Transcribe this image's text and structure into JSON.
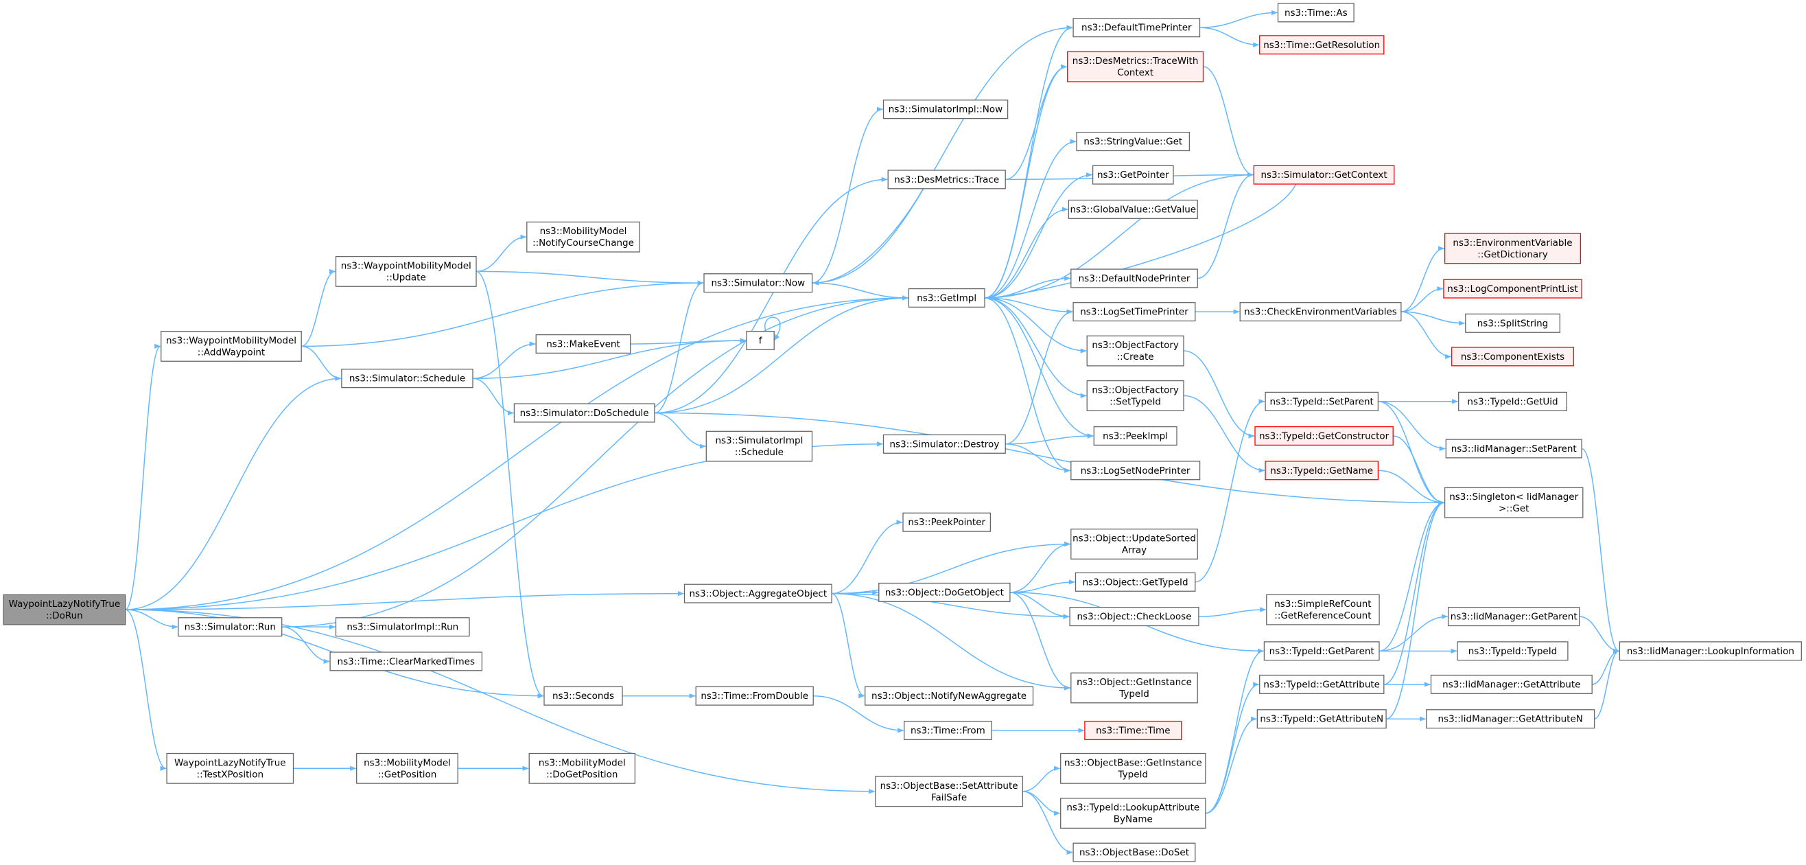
{
  "diagram": {
    "type": "call-graph",
    "colors": {
      "edge": "#63b8ff",
      "node_border": "#666666",
      "node_fill": "#ffffff",
      "root_fill": "#999999",
      "truncated_border": "#ff0000",
      "truncated_fill": "#fff0f0"
    },
    "nodes": [
      {
        "id": "root",
        "lines": [
          "WaypointLazyNotifyTrue",
          "::DoRun"
        ],
        "style": "root"
      },
      {
        "id": "wmm_addwaypoint",
        "lines": [
          "ns3::WaypointMobilityModel",
          "::AddWaypoint"
        ],
        "style": "normal"
      },
      {
        "id": "wmm_update",
        "lines": [
          "ns3::WaypointMobilityModel",
          "::Update"
        ],
        "style": "normal"
      },
      {
        "id": "mm_notifycourse",
        "lines": [
          "ns3::MobilityModel",
          "::NotifyCourseChange"
        ],
        "style": "normal"
      },
      {
        "id": "sim_schedule",
        "lines": [
          "ns3::Simulator::Schedule"
        ],
        "style": "normal"
      },
      {
        "id": "sim_now",
        "lines": [
          "ns3::Simulator::Now"
        ],
        "style": "normal"
      },
      {
        "id": "makeevent",
        "lines": [
          "ns3::MakeEvent"
        ],
        "style": "normal"
      },
      {
        "id": "f",
        "lines": [
          "f"
        ],
        "style": "normal"
      },
      {
        "id": "sim_doschedule",
        "lines": [
          "ns3::Simulator::DoSchedule"
        ],
        "style": "normal"
      },
      {
        "id": "simimpl_now",
        "lines": [
          "ns3::SimulatorImpl::Now"
        ],
        "style": "normal"
      },
      {
        "id": "desmetrics_trace",
        "lines": [
          "ns3::DesMetrics::Trace"
        ],
        "style": "normal"
      },
      {
        "id": "getimpl",
        "lines": [
          "ns3::GetImpl"
        ],
        "style": "normal"
      },
      {
        "id": "simimpl_schedule",
        "lines": [
          "ns3::SimulatorImpl",
          "::Schedule"
        ],
        "style": "normal"
      },
      {
        "id": "sim_destroy",
        "lines": [
          "ns3::Simulator::Destroy"
        ],
        "style": "normal"
      },
      {
        "id": "peekpointer",
        "lines": [
          "ns3::PeekPointer"
        ],
        "style": "normal"
      },
      {
        "id": "obj_aggregate",
        "lines": [
          "ns3::Object::AggregateObject"
        ],
        "style": "normal"
      },
      {
        "id": "obj_dogetobject",
        "lines": [
          "ns3::Object::DoGetObject"
        ],
        "style": "normal"
      },
      {
        "id": "obj_notifynewagg",
        "lines": [
          "ns3::Object::NotifyNewAggregate"
        ],
        "style": "normal"
      },
      {
        "id": "sim_run",
        "lines": [
          "ns3::Simulator::Run"
        ],
        "style": "normal"
      },
      {
        "id": "simimpl_run",
        "lines": [
          "ns3::SimulatorImpl::Run"
        ],
        "style": "normal"
      },
      {
        "id": "time_clearmarked",
        "lines": [
          "ns3::Time::ClearMarkedTimes"
        ],
        "style": "normal"
      },
      {
        "id": "seconds",
        "lines": [
          "ns3::Seconds"
        ],
        "style": "normal"
      },
      {
        "id": "time_fromdouble",
        "lines": [
          "ns3::Time::FromDouble"
        ],
        "style": "normal"
      },
      {
        "id": "time_from",
        "lines": [
          "ns3::Time::From"
        ],
        "style": "normal"
      },
      {
        "id": "time_time",
        "lines": [
          "ns3::Time::Time"
        ],
        "style": "truncated"
      },
      {
        "id": "wlnt_testx",
        "lines": [
          "WaypointLazyNotifyTrue",
          "::TestXPosition"
        ],
        "style": "normal"
      },
      {
        "id": "mm_getposition",
        "lines": [
          "ns3::MobilityModel",
          "::GetPosition"
        ],
        "style": "normal"
      },
      {
        "id": "mm_dogetposition",
        "lines": [
          "ns3::MobilityModel",
          "::DoGetPosition"
        ],
        "style": "normal"
      },
      {
        "id": "objbase_setattr",
        "lines": [
          "ns3::ObjectBase::SetAttribute",
          "FailSafe"
        ],
        "style": "normal"
      },
      {
        "id": "defaulttimeprinter",
        "lines": [
          "ns3::DefaultTimePrinter"
        ],
        "style": "normal"
      },
      {
        "id": "time_as",
        "lines": [
          "ns3::Time::As"
        ],
        "style": "normal"
      },
      {
        "id": "time_getresolution",
        "lines": [
          "ns3::Time::GetResolution"
        ],
        "style": "truncated"
      },
      {
        "id": "desmetrics_tracewith",
        "lines": [
          "ns3::DesMetrics::TraceWith",
          "Context"
        ],
        "style": "truncated"
      },
      {
        "id": "stringvalue_get",
        "lines": [
          "ns3::StringValue::Get"
        ],
        "style": "normal"
      },
      {
        "id": "getpointer",
        "lines": [
          "ns3::GetPointer"
        ],
        "style": "normal"
      },
      {
        "id": "globalvalue_getvalue",
        "lines": [
          "ns3::GlobalValue::GetValue"
        ],
        "style": "normal"
      },
      {
        "id": "sim_getcontext",
        "lines": [
          "ns3::Simulator::GetContext"
        ],
        "style": "truncated"
      },
      {
        "id": "defaultnodeprinter",
        "lines": [
          "ns3::DefaultNodePrinter"
        ],
        "style": "normal"
      },
      {
        "id": "logsettimeprinter",
        "lines": [
          "ns3::LogSetTimePrinter"
        ],
        "style": "normal"
      },
      {
        "id": "checkenvvars",
        "lines": [
          "ns3::CheckEnvironmentVariables"
        ],
        "style": "normal"
      },
      {
        "id": "envvar_getdict",
        "lines": [
          "ns3::EnvironmentVariable",
          "::GetDictionary"
        ],
        "style": "truncated"
      },
      {
        "id": "logcompprintlist",
        "lines": [
          "ns3::LogComponentPrintList"
        ],
        "style": "truncated"
      },
      {
        "id": "splitstring",
        "lines": [
          "ns3::SplitString"
        ],
        "style": "normal"
      },
      {
        "id": "componentexists",
        "lines": [
          "ns3::ComponentExists"
        ],
        "style": "truncated"
      },
      {
        "id": "objfactory_create",
        "lines": [
          "ns3::ObjectFactory",
          "::Create"
        ],
        "style": "normal"
      },
      {
        "id": "objfactory_settypeid",
        "lines": [
          "ns3::ObjectFactory",
          "::SetTypeId"
        ],
        "style": "normal"
      },
      {
        "id": "peekimpl",
        "lines": [
          "ns3::PeekImpl"
        ],
        "style": "normal"
      },
      {
        "id": "logsetnodeprinter",
        "lines": [
          "ns3::LogSetNodePrinter"
        ],
        "style": "normal"
      },
      {
        "id": "typeid_setparent",
        "lines": [
          "ns3::TypeId::SetParent"
        ],
        "style": "normal"
      },
      {
        "id": "typeid_getconstructor",
        "lines": [
          "ns3::TypeId::GetConstructor"
        ],
        "style": "truncated"
      },
      {
        "id": "typeid_getname",
        "lines": [
          "ns3::TypeId::GetName"
        ],
        "style": "truncated"
      },
      {
        "id": "typeid_getuid",
        "lines": [
          "ns3::TypeId::GetUid"
        ],
        "style": "normal"
      },
      {
        "id": "iidmgr_setparent",
        "lines": [
          "ns3::IidManager::SetParent"
        ],
        "style": "normal"
      },
      {
        "id": "singleton_get",
        "lines": [
          "ns3::Singleton< IidManager",
          " >::Get"
        ],
        "style": "normal"
      },
      {
        "id": "obj_updatesorted",
        "lines": [
          "ns3::Object::UpdateSorted",
          "Array"
        ],
        "style": "normal"
      },
      {
        "id": "obj_gettypeid",
        "lines": [
          "ns3::Object::GetTypeId"
        ],
        "style": "normal"
      },
      {
        "id": "obj_checkloose",
        "lines": [
          "ns3::Object::CheckLoose"
        ],
        "style": "normal"
      },
      {
        "id": "simplerefcount",
        "lines": [
          "ns3::SimpleRefCount",
          "::GetReferenceCount"
        ],
        "style": "normal"
      },
      {
        "id": "obj_getinstancetypeid",
        "lines": [
          "ns3::Object::GetInstance",
          "TypeId"
        ],
        "style": "normal"
      },
      {
        "id": "typeid_getparent",
        "lines": [
          "ns3::TypeId::GetParent"
        ],
        "style": "normal"
      },
      {
        "id": "iidmgr_getparent",
        "lines": [
          "ns3::IidManager::GetParent"
        ],
        "style": "normal"
      },
      {
        "id": "typeid_typeid",
        "lines": [
          "ns3::TypeId::TypeId"
        ],
        "style": "normal"
      },
      {
        "id": "iidmgr_lookupinfo",
        "lines": [
          "ns3::IidManager::LookupInformation"
        ],
        "style": "normal"
      },
      {
        "id": "typeid_getattribute",
        "lines": [
          "ns3::TypeId::GetAttribute"
        ],
        "style": "normal"
      },
      {
        "id": "iidmgr_getattribute",
        "lines": [
          "ns3::IidManager::GetAttribute"
        ],
        "style": "normal"
      },
      {
        "id": "typeid_getattributen",
        "lines": [
          "ns3::TypeId::GetAttributeN"
        ],
        "style": "normal"
      },
      {
        "id": "iidmgr_getattributen",
        "lines": [
          "ns3::IidManager::GetAttributeN"
        ],
        "style": "normal"
      },
      {
        "id": "objbase_getinstancetypeid",
        "lines": [
          "ns3::ObjectBase::GetInstance",
          "TypeId"
        ],
        "style": "normal"
      },
      {
        "id": "typeid_lookupattr",
        "lines": [
          "ns3::TypeId::LookupAttribute",
          "ByName"
        ],
        "style": "normal"
      },
      {
        "id": "objbase_doset",
        "lines": [
          "ns3::ObjectBase::DoSet"
        ],
        "style": "normal"
      }
    ],
    "edges": [
      [
        "root",
        "wmm_addwaypoint"
      ],
      [
        "root",
        "sim_schedule"
      ],
      [
        "root",
        "sim_destroy"
      ],
      [
        "root",
        "getimpl"
      ],
      [
        "root",
        "obj_aggregate"
      ],
      [
        "root",
        "sim_run"
      ],
      [
        "root",
        "seconds"
      ],
      [
        "root",
        "wlnt_testx"
      ],
      [
        "root",
        "objbase_setattr"
      ],
      [
        "wmm_addwaypoint",
        "wmm_update"
      ],
      [
        "wmm_addwaypoint",
        "sim_now"
      ],
      [
        "wmm_addwaypoint",
        "sim_schedule"
      ],
      [
        "wmm_update",
        "mm_notifycourse"
      ],
      [
        "wmm_update",
        "sim_now"
      ],
      [
        "wmm_update",
        "seconds"
      ],
      [
        "sim_schedule",
        "makeevent"
      ],
      [
        "sim_schedule",
        "f"
      ],
      [
        "sim_schedule",
        "sim_doschedule"
      ],
      [
        "makeevent",
        "f"
      ],
      [
        "f",
        "f"
      ],
      [
        "sim_doschedule",
        "sim_now"
      ],
      [
        "sim_doschedule",
        "desmetrics_trace"
      ],
      [
        "sim_doschedule",
        "getimpl"
      ],
      [
        "sim_doschedule",
        "simimpl_schedule"
      ],
      [
        "sim_doschedule",
        "singleton_get"
      ],
      [
        "sim_now",
        "simimpl_now"
      ],
      [
        "sim_now",
        "getimpl"
      ],
      [
        "sim_now",
        "defaulttimeprinter"
      ],
      [
        "desmetrics_trace",
        "desmetrics_tracewith"
      ],
      [
        "desmetrics_trace",
        "sim_getcontext"
      ],
      [
        "desmetrics_trace",
        "sim_now"
      ],
      [
        "getimpl",
        "defaulttimeprinter"
      ],
      [
        "getimpl",
        "desmetrics_tracewith"
      ],
      [
        "getimpl",
        "stringvalue_get"
      ],
      [
        "getimpl",
        "getpointer"
      ],
      [
        "getimpl",
        "globalvalue_getvalue"
      ],
      [
        "getimpl",
        "defaultnodeprinter"
      ],
      [
        "getimpl",
        "logsettimeprinter"
      ],
      [
        "getimpl",
        "objfactory_create"
      ],
      [
        "getimpl",
        "objfactory_settypeid"
      ],
      [
        "getimpl",
        "peekimpl"
      ],
      [
        "getimpl",
        "logsetnodeprinter"
      ],
      [
        "getimpl",
        "sim_getcontext"
      ],
      [
        "sim_getcontext",
        "getimpl"
      ],
      [
        "defaulttimeprinter",
        "time_as"
      ],
      [
        "defaulttimeprinter",
        "time_getresolution"
      ],
      [
        "desmetrics_tracewith",
        "sim_getcontext"
      ],
      [
        "defaultnodeprinter",
        "sim_getcontext"
      ],
      [
        "logsettimeprinter",
        "checkenvvars"
      ],
      [
        "checkenvvars",
        "envvar_getdict"
      ],
      [
        "checkenvvars",
        "logcompprintlist"
      ],
      [
        "checkenvvars",
        "splitstring"
      ],
      [
        "checkenvvars",
        "componentexists"
      ],
      [
        "objfactory_create",
        "typeid_getconstructor"
      ],
      [
        "objfactory_settypeid",
        "typeid_getname"
      ],
      [
        "sim_destroy",
        "logsettimeprinter"
      ],
      [
        "sim_destroy",
        "peekimpl"
      ],
      [
        "sim_destroy",
        "logsetnodeprinter"
      ],
      [
        "typeid_setparent",
        "typeid_getuid"
      ],
      [
        "typeid_setparent",
        "iidmgr_setparent"
      ],
      [
        "typeid_setparent",
        "singleton_get"
      ],
      [
        "typeid_getconstructor",
        "singleton_get"
      ],
      [
        "typeid_getname",
        "singleton_get"
      ],
      [
        "iidmgr_setparent",
        "iidmgr_lookupinfo"
      ],
      [
        "sim_run",
        "simimpl_run"
      ],
      [
        "sim_run",
        "time_clearmarked"
      ],
      [
        "sim_run",
        "getimpl"
      ],
      [
        "obj_aggregate",
        "peekpointer"
      ],
      [
        "obj_aggregate",
        "obj_updatesorted"
      ],
      [
        "obj_aggregate",
        "obj_dogetobject"
      ],
      [
        "obj_aggregate",
        "obj_checkloose"
      ],
      [
        "obj_aggregate",
        "obj_notifynewagg"
      ],
      [
        "obj_aggregate",
        "obj_getinstancetypeid"
      ],
      [
        "obj_dogetobject",
        "obj_updatesorted"
      ],
      [
        "obj_dogetobject",
        "obj_gettypeid"
      ],
      [
        "obj_dogetobject",
        "obj_checkloose"
      ],
      [
        "obj_dogetobject",
        "obj_getinstancetypeid"
      ],
      [
        "obj_dogetobject",
        "typeid_getparent"
      ],
      [
        "obj_gettypeid",
        "typeid_setparent"
      ],
      [
        "obj_checkloose",
        "simplerefcount"
      ],
      [
        "typeid_getparent",
        "iidmgr_getparent"
      ],
      [
        "typeid_getparent",
        "typeid_typeid"
      ],
      [
        "typeid_getparent",
        "singleton_get"
      ],
      [
        "iidmgr_getparent",
        "iidmgr_lookupinfo"
      ],
      [
        "typeid_getattribute",
        "iidmgr_getattribute"
      ],
      [
        "typeid_getattribute",
        "singleton_get"
      ],
      [
        "iidmgr_getattribute",
        "iidmgr_lookupinfo"
      ],
      [
        "typeid_getattributen",
        "iidmgr_getattributen"
      ],
      [
        "typeid_getattributen",
        "singleton_get"
      ],
      [
        "iidmgr_getattributen",
        "iidmgr_lookupinfo"
      ],
      [
        "seconds",
        "time_fromdouble"
      ],
      [
        "time_fromdouble",
        "time_from"
      ],
      [
        "time_from",
        "time_time"
      ],
      [
        "wlnt_testx",
        "mm_getposition"
      ],
      [
        "mm_getposition",
        "mm_dogetposition"
      ],
      [
        "objbase_setattr",
        "objbase_getinstancetypeid"
      ],
      [
        "objbase_setattr",
        "typeid_lookupattr"
      ],
      [
        "objbase_setattr",
        "objbase_doset"
      ],
      [
        "typeid_lookupattr",
        "typeid_getattribute"
      ],
      [
        "typeid_lookupattr",
        "typeid_getattributen"
      ],
      [
        "typeid_lookupattr",
        "typeid_getparent"
      ]
    ]
  }
}
